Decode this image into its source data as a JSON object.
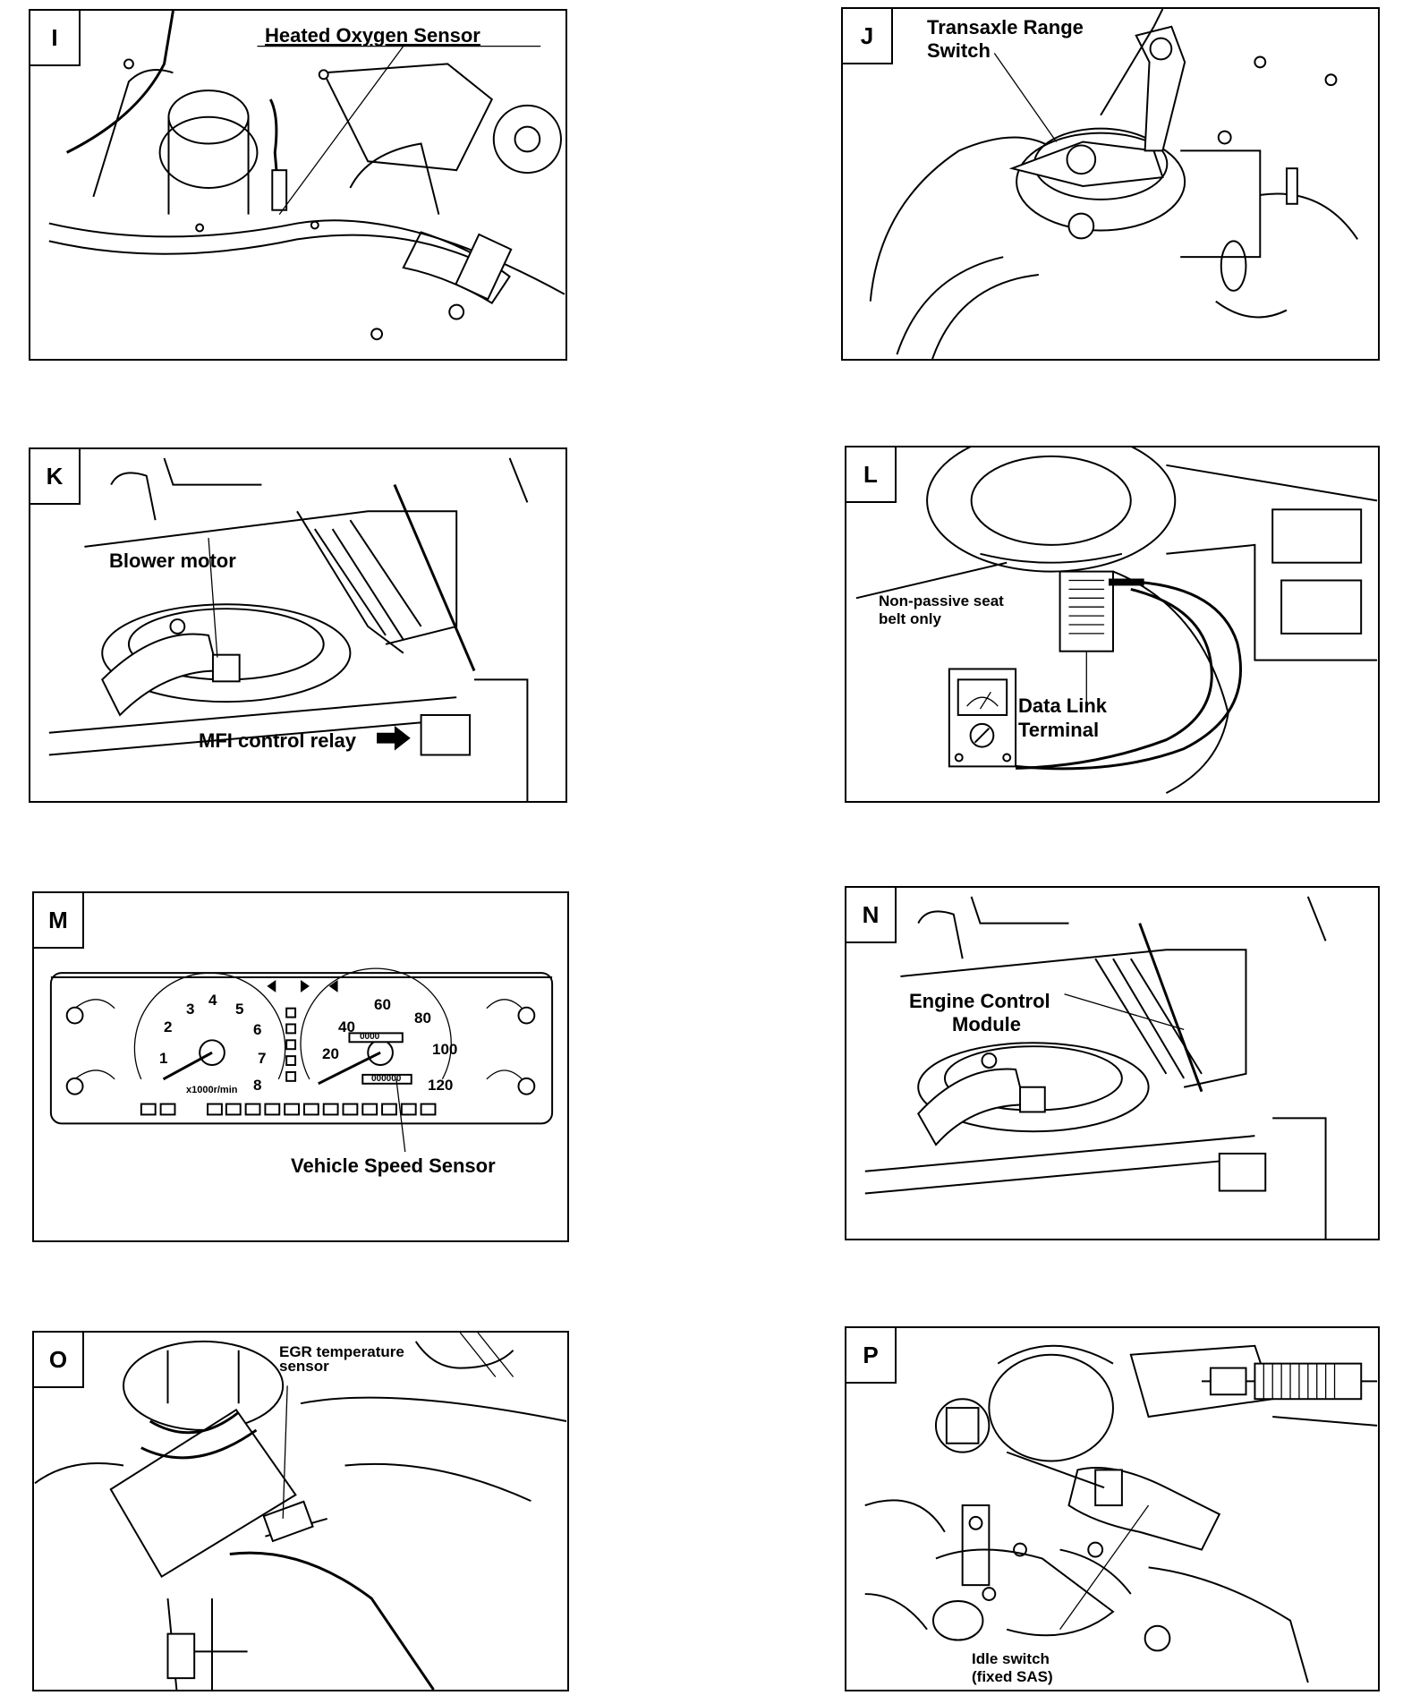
{
  "panels": [
    {
      "letter": "I",
      "labels": [
        "Heated Oxygen Sensor"
      ]
    },
    {
      "letter": "J",
      "labels": [
        "Transaxle Range",
        "Switch"
      ]
    },
    {
      "letter": "K",
      "labels": [
        "Blower motor",
        "MFI control relay"
      ]
    },
    {
      "letter": "L",
      "labels": [
        "Non-passive seat",
        "belt only",
        "Data Link",
        "Terminal"
      ]
    },
    {
      "letter": "M",
      "labels": [
        "Vehicle Speed Sensor"
      ]
    },
    {
      "letter": "N",
      "labels": [
        "Engine Control",
        "Module"
      ]
    },
    {
      "letter": "O",
      "labels": [
        "EGR temperature",
        "sensor"
      ]
    },
    {
      "letter": "P",
      "labels": [
        "Idle switch",
        "(fixed SAS)"
      ]
    }
  ],
  "gauges": {
    "tach_ticks": [
      "1",
      "2",
      "3",
      "4",
      "5",
      "6",
      "7",
      "8"
    ],
    "tach_unit": "x1000r/min",
    "speedo_ticks": [
      "20",
      "40",
      "60",
      "80",
      "100",
      "120"
    ],
    "odometer": "000000",
    "trip": "0000"
  }
}
